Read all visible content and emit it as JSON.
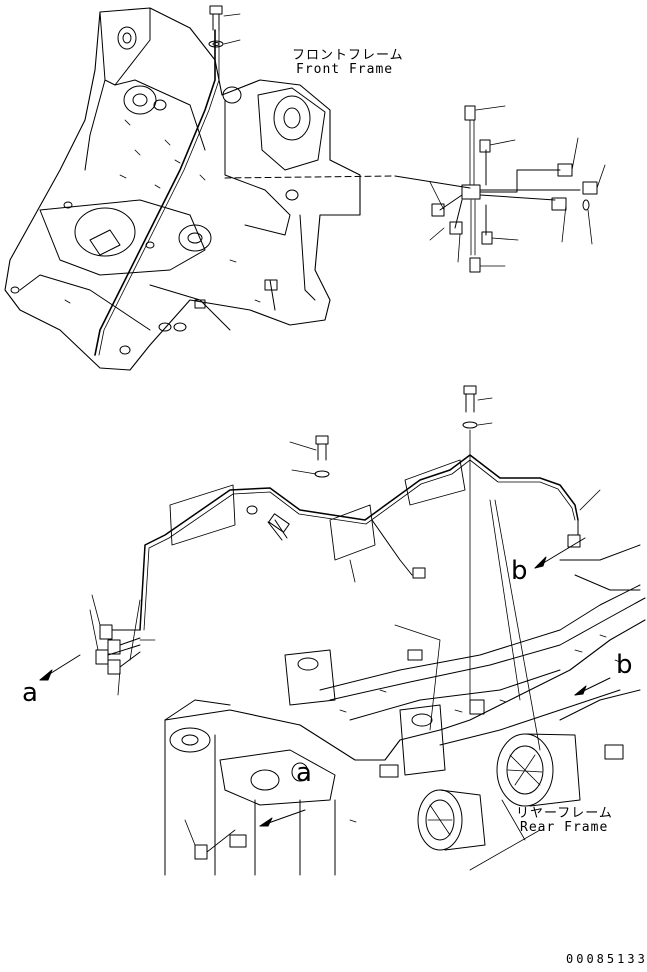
{
  "labels": {
    "front_frame_jp": "フロントフレーム",
    "front_frame_en": "Front Frame",
    "rear_frame_jp": "リヤーフレーム",
    "rear_frame_en": "Rear Frame",
    "view_a": "a",
    "view_b": "b",
    "drawing_code": "00085133"
  }
}
